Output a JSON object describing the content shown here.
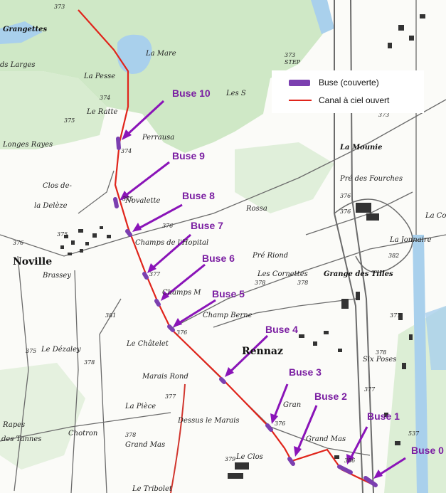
{
  "colors": {
    "background": "#ffffff",
    "water": "#9ec8e8",
    "vegetation": "#c7e4bf",
    "canal": "#e0241b",
    "pipe": "#7b3fb0",
    "arrow": "#8a14b8",
    "label": "#7b1fa2",
    "road": "#555555"
  },
  "legend": {
    "pipe_label": "Buse (couverte)",
    "canal_label": "Canal à ciel ouvert"
  },
  "buses": [
    {
      "label": "Buse 10"
    },
    {
      "label": "Buse 9"
    },
    {
      "label": "Buse 8"
    },
    {
      "label": "Buse 7"
    },
    {
      "label": "Buse 6"
    },
    {
      "label": "Buse 5"
    },
    {
      "label": "Buse 4"
    },
    {
      "label": "Buse 3"
    },
    {
      "label": "Buse 2"
    },
    {
      "label": "Buse 1"
    },
    {
      "label": "Buse 0"
    }
  ],
  "places": [
    {
      "text": "Grangettes"
    },
    {
      "text": "ds Larges"
    },
    {
      "text": "La Pesse"
    },
    {
      "text": "La Mare"
    },
    {
      "text": "Le Ratte"
    },
    {
      "text": "Longes Rayes"
    },
    {
      "text": "Perrausa"
    },
    {
      "text": "Clos de-"
    },
    {
      "text": "la Delèze"
    },
    {
      "text": "Novalette"
    },
    {
      "text": "Noville"
    },
    {
      "text": "Brassey"
    },
    {
      "text": "Champs de l'Hopital"
    },
    {
      "text": "Pré Riond"
    },
    {
      "text": "Les Cornettes"
    },
    {
      "text": "Grange des Tilles"
    },
    {
      "text": "Champs M"
    },
    {
      "text": "Champ Berne"
    },
    {
      "text": "Le Châtelet"
    },
    {
      "text": "Le Dézaley"
    },
    {
      "text": "Rennaz"
    },
    {
      "text": "Marais Rond"
    },
    {
      "text": "La Pièce"
    },
    {
      "text": "Dessus le Marais"
    },
    {
      "text": "Rapes"
    },
    {
      "text": "des Tannes"
    },
    {
      "text": "Chotron"
    },
    {
      "text": "Grand Mas"
    },
    {
      "text": "Le Clos"
    },
    {
      "text": "Le Tribolet"
    },
    {
      "text": "La Mounie"
    },
    {
      "text": "Pré des Fourches"
    },
    {
      "text": "La Jonnaire"
    },
    {
      "text": "Six Poses"
    },
    {
      "text": "Les S"
    },
    {
      "text": "STEP"
    },
    {
      "text": "Gran"
    },
    {
      "text": "Grand Mas"
    },
    {
      "text": "Rossa"
    },
    {
      "text": "La Co"
    }
  ],
  "elevations": [
    {
      "text": "373"
    },
    {
      "text": "373"
    },
    {
      "text": "373"
    },
    {
      "text": "374"
    },
    {
      "text": "375"
    },
    {
      "text": "374"
    },
    {
      "text": "375"
    },
    {
      "text": "376"
    },
    {
      "text": "375"
    },
    {
      "text": "376"
    },
    {
      "text": "376"
    },
    {
      "text": "377"
    },
    {
      "text": "378"
    },
    {
      "text": "381"
    },
    {
      "text": "376"
    },
    {
      "text": "378"
    },
    {
      "text": "375"
    },
    {
      "text": "377"
    },
    {
      "text": "378"
    },
    {
      "text": "376"
    },
    {
      "text": "379"
    },
    {
      "text": "378"
    },
    {
      "text": "377"
    },
    {
      "text": "376"
    },
    {
      "text": "382"
    },
    {
      "text": "378"
    },
    {
      "text": "377"
    },
    {
      "text": "386"
    },
    {
      "text": "537"
    }
  ]
}
